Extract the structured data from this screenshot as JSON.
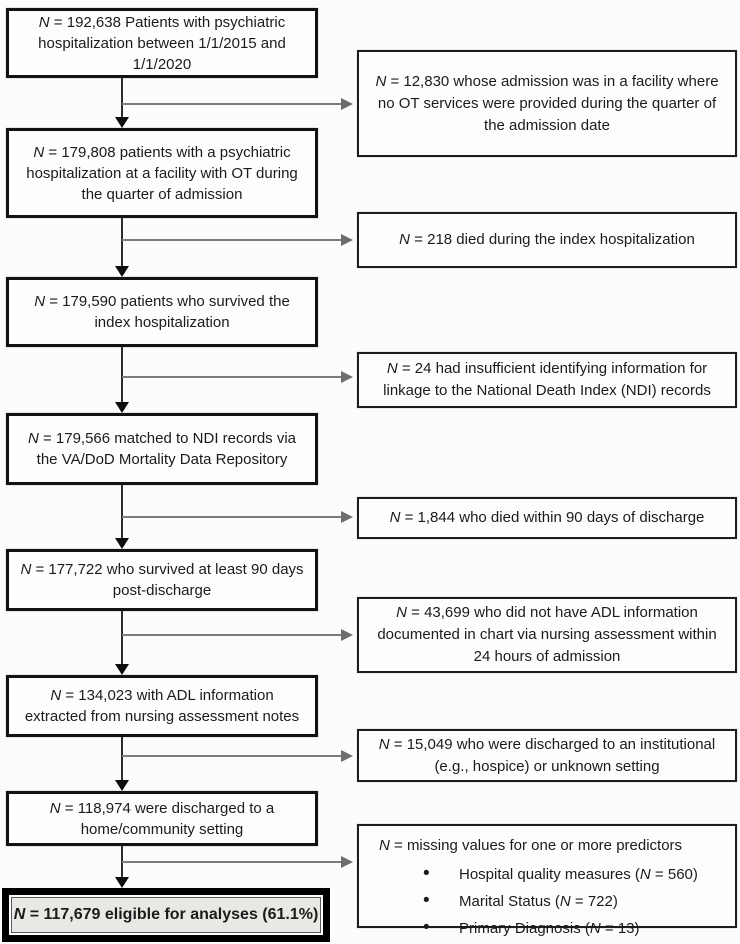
{
  "figure": {
    "kind": "patient-flow-diagram",
    "colors": {
      "background": "#fcfcfa",
      "box_border": "#121212",
      "exclusion_box_border": "#1d1d1d",
      "connector_dark": "#2c2c2c",
      "branch_gray": "#7c7c7c",
      "final_box_fill": "#eae8e4",
      "final_box_frame": "#000000"
    }
  },
  "flow": {
    "left": [
      {
        "segments": [
          {
            "style": "italic",
            "text": "N"
          },
          {
            "style": "normal",
            "text": " = 192,638 Patients with psychiatric hospitalization between 1/1/2015 and 1/1/2020"
          }
        ]
      },
      {
        "segments": [
          {
            "style": "italic",
            "text": "N"
          },
          {
            "style": "normal",
            "text": " = 179,808 patients with a psychiatric hospitalization at a facility with OT during the quarter of admission"
          }
        ]
      },
      {
        "segments": [
          {
            "style": "italic",
            "text": "N"
          },
          {
            "style": "normal",
            "text": " = 179,590 patients who survived the index hospitalization"
          }
        ]
      },
      {
        "segments": [
          {
            "style": "italic",
            "text": "N"
          },
          {
            "style": "normal",
            "text": " = 179,566 matched to NDI records via the VA/DoD Mortality Data Repository"
          }
        ]
      },
      {
        "segments": [
          {
            "style": "italic",
            "text": "N"
          },
          {
            "style": "normal",
            "text": " = 177,722 who survived at least 90 days post-discharge"
          }
        ]
      },
      {
        "segments": [
          {
            "style": "italic",
            "text": "N"
          },
          {
            "style": "normal",
            "text": " = 134,023 with ADL information extracted from nursing assessment notes"
          }
        ]
      },
      {
        "segments": [
          {
            "style": "italic",
            "text": "N"
          },
          {
            "style": "normal",
            "text": " = 118,974 were discharged to a home/community setting"
          }
        ]
      }
    ],
    "final": {
      "segments": [
        {
          "style": "italic",
          "text": "N"
        },
        {
          "style": "normal",
          "text": " = 117,679 eligible for analyses (61.1%)"
        }
      ]
    },
    "right": [
      {
        "segments": [
          {
            "style": "italic",
            "text": "N"
          },
          {
            "style": "normal",
            "text": " = 12,830 whose admission was in a facility where no OT services were provided during the quarter of the admission date"
          }
        ]
      },
      {
        "segments": [
          {
            "style": "italic",
            "text": "N"
          },
          {
            "style": "normal",
            "text": " = 218 died during the index hospitalization"
          }
        ]
      },
      {
        "segments": [
          {
            "style": "italic",
            "text": "N"
          },
          {
            "style": "normal",
            "text": " = 24 had insufficient identifying information for linkage to the National Death Index (NDI) records"
          }
        ]
      },
      {
        "segments": [
          {
            "style": "italic",
            "text": "N"
          },
          {
            "style": "normal",
            "text": " = 1,844 who died within 90 days of discharge"
          }
        ]
      },
      {
        "segments": [
          {
            "style": "italic",
            "text": "N"
          },
          {
            "style": "normal",
            "text": " = 43,699 who did not have ADL information documented in chart via nursing assessment within 24 hours of admission"
          }
        ]
      },
      {
        "segments": [
          {
            "style": "italic",
            "text": "N"
          },
          {
            "style": "normal",
            "text": " = 15,049 who were discharged to an institutional (e.g., hospice) or unknown setting"
          }
        ]
      },
      {
        "segments": [
          {
            "style": "italic",
            "text": "N"
          },
          {
            "style": "normal",
            "text": " = missing values for one or more predictors"
          }
        ],
        "bullets": [
          {
            "segments": [
              {
                "style": "normal",
                "text": "Hospital quality measures ("
              },
              {
                "style": "italic",
                "text": "N"
              },
              {
                "style": "normal",
                "text": " = 560)"
              }
            ]
          },
          {
            "segments": [
              {
                "style": "normal",
                "text": "Marital Status ("
              },
              {
                "style": "italic",
                "text": "N"
              },
              {
                "style": "normal",
                "text": " = 722)"
              }
            ]
          },
          {
            "segments": [
              {
                "style": "normal",
                "text": "Primary Diagnosis ("
              },
              {
                "style": "italic",
                "text": "N"
              },
              {
                "style": "normal",
                "text": " = 13)"
              }
            ]
          }
        ]
      }
    ]
  }
}
